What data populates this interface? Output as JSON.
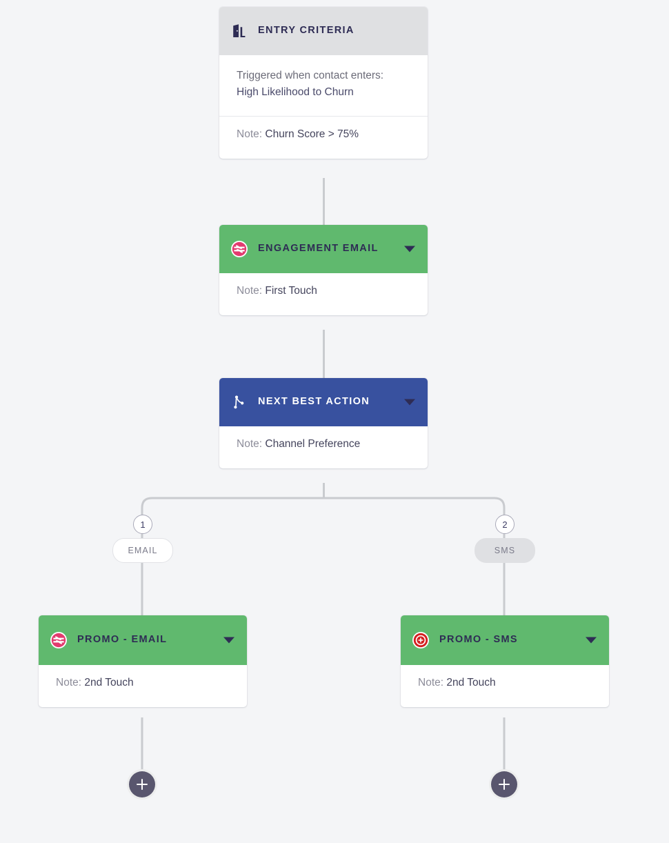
{
  "theme": {
    "background": "#f4f5f7",
    "connector": "#c9cbcf",
    "header_gray": "#dfe0e2",
    "header_green": "#60b96e",
    "header_blue": "#38519f",
    "title_navy": "#2e2c54",
    "add_button": "#59566e",
    "email_icon_pink": "#e23b6e",
    "sms_icon_red": "#d32020"
  },
  "nodes": {
    "entry": {
      "icon": "door-icon",
      "title": "ENTRY CRITERIA",
      "body_line_1": "Triggered when contact enters:",
      "body_line_2": "High Likelihood to Churn",
      "note_label": "Note:",
      "note_value": "Churn Score > 75%"
    },
    "engagement_email": {
      "icon": "email-badge-icon",
      "title": "ENGAGEMENT EMAIL",
      "caret": "chevron-down-icon",
      "note_label": "Note:",
      "note_value": "First Touch"
    },
    "next_best_action": {
      "icon": "branch-icon",
      "title": "NEXT BEST ACTION",
      "caret": "chevron-down-icon",
      "note_label": "Note:",
      "note_value": "Channel Preference"
    },
    "promo_email": {
      "icon": "email-badge-icon",
      "title": "PROMO - EMAIL",
      "caret": "chevron-down-icon",
      "note_label": "Note:",
      "note_value": "2nd Touch"
    },
    "promo_sms": {
      "icon": "sms-badge-icon",
      "title": "PROMO - SMS",
      "caret": "chevron-down-icon",
      "note_label": "Note:",
      "note_value": "2nd Touch"
    }
  },
  "branches": [
    {
      "number": "1",
      "label": "EMAIL",
      "style": "light"
    },
    {
      "number": "2",
      "label": "SMS",
      "style": "shaded"
    }
  ],
  "add_buttons": [
    {
      "name": "add-step-under-promo-email",
      "glyph": "plus-icon"
    },
    {
      "name": "add-step-under-promo-sms",
      "glyph": "plus-icon"
    }
  ]
}
